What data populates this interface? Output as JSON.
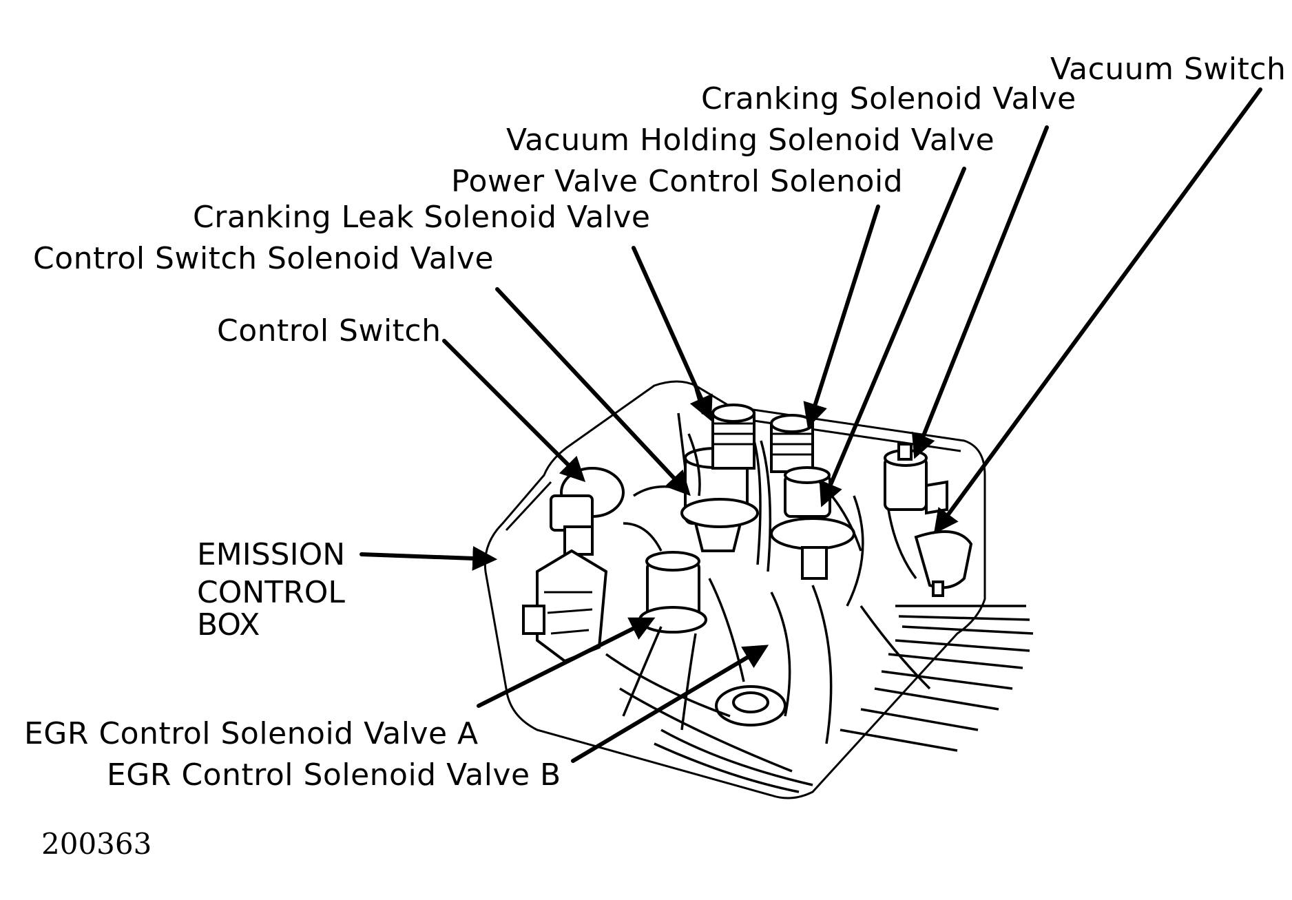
{
  "labels": {
    "vacuum_switch": "Vacuum Switch",
    "cranking_solenoid_valve": "Cranking Solenoid Valve",
    "vacuum_holding_solenoid_valve": "Vacuum Holding Solenoid Valve",
    "power_valve_control_solenoid": "Power Valve Control Solenoid",
    "cranking_leak_solenoid_valve": "Cranking Leak Solenoid Valve",
    "control_switch_solenoid_valve": "Control Switch Solenoid Valve",
    "control_switch": "Control Switch",
    "emission_control_box": [
      "EMISSION",
      "CONTROL",
      "BOX"
    ],
    "egr_control_solenoid_valve_a": "EGR Control Solenoid Valve A",
    "egr_control_solenoid_valve_b": "EGR Control Solenoid Valve B"
  },
  "figure_number": "200363"
}
